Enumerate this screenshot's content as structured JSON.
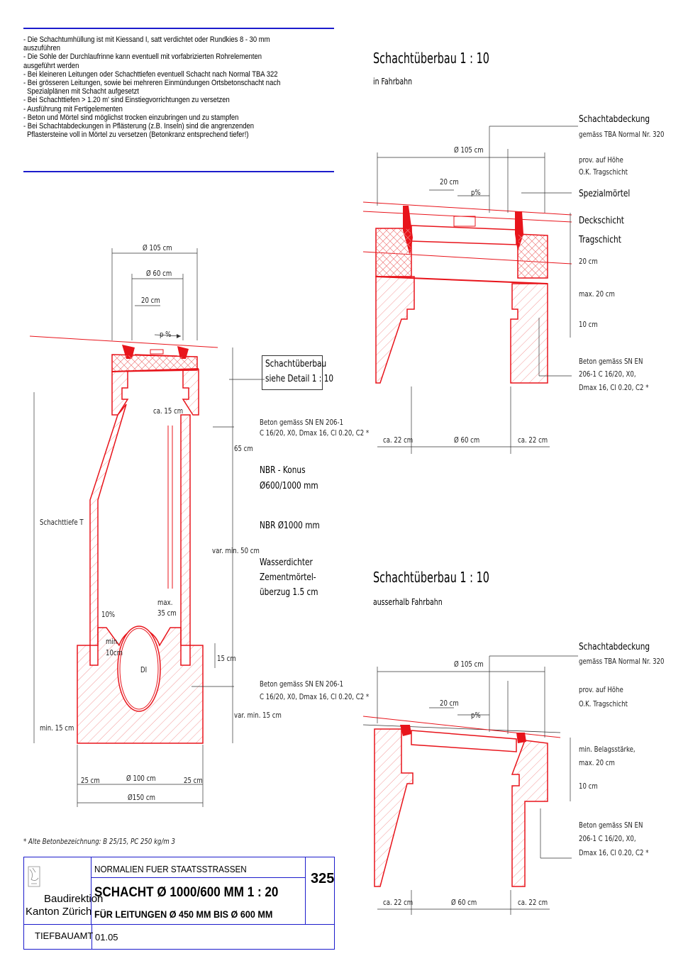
{
  "notes": [
    "- Die Schachtumhüllung ist mit Kiessand I, satt verdichtet oder Rundkies 8 - 30 mm auszuführen",
    "- Die Sohle der Durchlaufrinne kann eventuell mit vorfabrizierten Rohrelementen ausgeführt werden",
    "- Bei kleineren Leitungen oder Schachttiefen eventuell Schacht nach Normal TBA 322",
    "- Bei grösseren Leitungen, sowie bei mehreren Einmündungen Ortsbetonschacht nach Spezialplänen mit Schacht aufgesetzt",
    "- Bei Schachttiefen > 1.20 m' sind Einstiegvorrichtungen zu versetzen",
    "- Ausführung mit Fertigelementen",
    "- Beton und Mörtel sind möglichst trocken einzubringen und zu stampfen",
    "- Bei Schachtabdeckungen in Pflästerung (z.B. Inseln) sind die angrenzenden Pflastersteine voll in Mörtel zu versetzen (Betonkranz entsprechend tiefer!)"
  ],
  "main": {
    "dim_105": "Ø 105 cm",
    "dim_60": "Ø 60 cm",
    "dim_20": "20 cm",
    "slope": "p %",
    "detail_ref_1": "Schachtüberbau",
    "detail_ref_2": "siehe Detail 1 : 10",
    "ca15": "ca. 15 cm",
    "beton1_l1": "Beton gemäss SN EN 206-1",
    "beton1_l2": "C 16/20, X0, Dmax 16, Cl 0.20, C2 *",
    "h65": "65 cm",
    "konus_l1": "NBR - Konus",
    "konus_l2": "Ø600/1000 mm",
    "nbr1000": "NBR Ø1000 mm",
    "schachttiefe": "Schachttiefe T",
    "var50": "var. min. 50 cm",
    "wasser_l1": "Wasserdichter",
    "wasser_l2": "Zementmörtel-",
    "wasser_l3": "überzug 1.5 cm",
    "max35_l1": "max.",
    "max35_l2": "35 cm",
    "p10": "10%",
    "min10_l1": "min.",
    "min10_l2": "10cm",
    "di": "DI",
    "h15": "15 cm",
    "beton2_l1": "Beton gemäss SN EN 206-1",
    "beton2_l2": "C 16/20, X0, Dmax 16, Cl 0.20, C2 *",
    "var15": "var. min. 15 cm",
    "min15": "min. 15 cm",
    "w25a": "25 cm",
    "w100": "Ø 100 cm",
    "w25b": "25 cm",
    "w150": "Ø150 cm"
  },
  "detail1": {
    "title": "Schachtüberbau 1 : 10",
    "subtitle": "in Fahrbahn",
    "abdeckung": "Schachtabdeckung",
    "abdeckung_norm": "gemäss TBA Normal Nr. 320",
    "dim_105": "Ø 105 cm",
    "dim_20": "20 cm",
    "slope": "p%",
    "prov_l1": "prov. auf Höhe",
    "prov_l2": "O.K. Tragschicht",
    "spezial": "Spezialmörtel",
    "deck": "Deckschicht",
    "trag": "Tragschicht",
    "h20": "20 cm",
    "max20": "max. 20 cm",
    "h10": "10 cm",
    "beton_l1": "Beton gemäss SN EN",
    "beton_l2": "206-1  C 16/20, X0,",
    "beton_l3": "Dmax 16, Cl 0.20, C2 *",
    "ca22a": "ca. 22 cm",
    "w60": "Ø 60 cm",
    "ca22b": "ca. 22 cm"
  },
  "detail2": {
    "title": "Schachtüberbau 1 : 10",
    "subtitle": "ausserhalb Fahrbahn",
    "abdeckung": "Schachtabdeckung",
    "abdeckung_norm": "gemäss TBA Normal Nr. 320",
    "dim_105": "Ø 105 cm",
    "dim_20": "20 cm",
    "slope": "p%",
    "prov_l1": "prov. auf Höhe",
    "prov_l2": "O.K. Tragschicht",
    "belag_l1": "min. Belagsstärke,",
    "belag_l2": "max. 20 cm",
    "h10": "10 cm",
    "beton_l1": "Beton gemäss SN EN",
    "beton_l2": "206-1  C 16/20, X0,",
    "beton_l3": "Dmax 16, Cl 0.20, C2 *",
    "ca22a": "ca. 22 cm",
    "w60": "Ø 60 cm",
    "ca22b": "ca. 22 cm"
  },
  "footnote": "* Alte Betonbezeichnung: B 25/15, PC 250 kg/m 3",
  "titleblock": {
    "org_l1": "Baudirektion",
    "org_l2": "Kanton Zürich",
    "dept": "TIEFBAUAMT",
    "series": "NORMALIEN FUER STAATSSTRASSEN",
    "title": "SCHACHT   Ø  1000/600 MM       1 : 20",
    "subtitle": "FÜR LEITUNGEN  Ø 450 MM BIS  Ø 600 MM",
    "date": "01.05",
    "number": "325"
  },
  "colors": {
    "red": "#e8141b",
    "blue": "#1c1ccc",
    "hatch": "#f08080"
  }
}
